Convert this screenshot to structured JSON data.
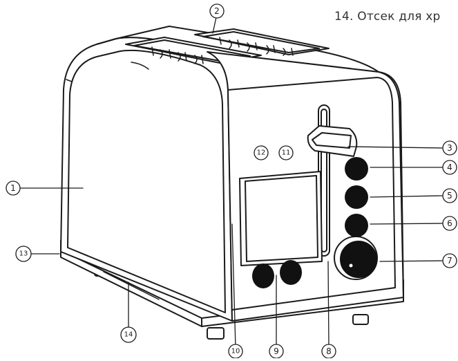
{
  "caption": "14. Отсек для хр",
  "callouts": {
    "c1": "1",
    "c2": "2",
    "c3": "3",
    "c4": "4",
    "c5": "5",
    "c6": "6",
    "c7": "7",
    "c8": "8",
    "c9": "9",
    "c10": "10",
    "c11": "11",
    "c12": "12",
    "c13": "13",
    "c14": "14"
  },
  "colors": {
    "line": "#1a1a1a",
    "button": "#111111",
    "body": "#ffffff"
  },
  "icons": {
    "knob": "dial-icon",
    "buttons": "round-button-icon"
  }
}
